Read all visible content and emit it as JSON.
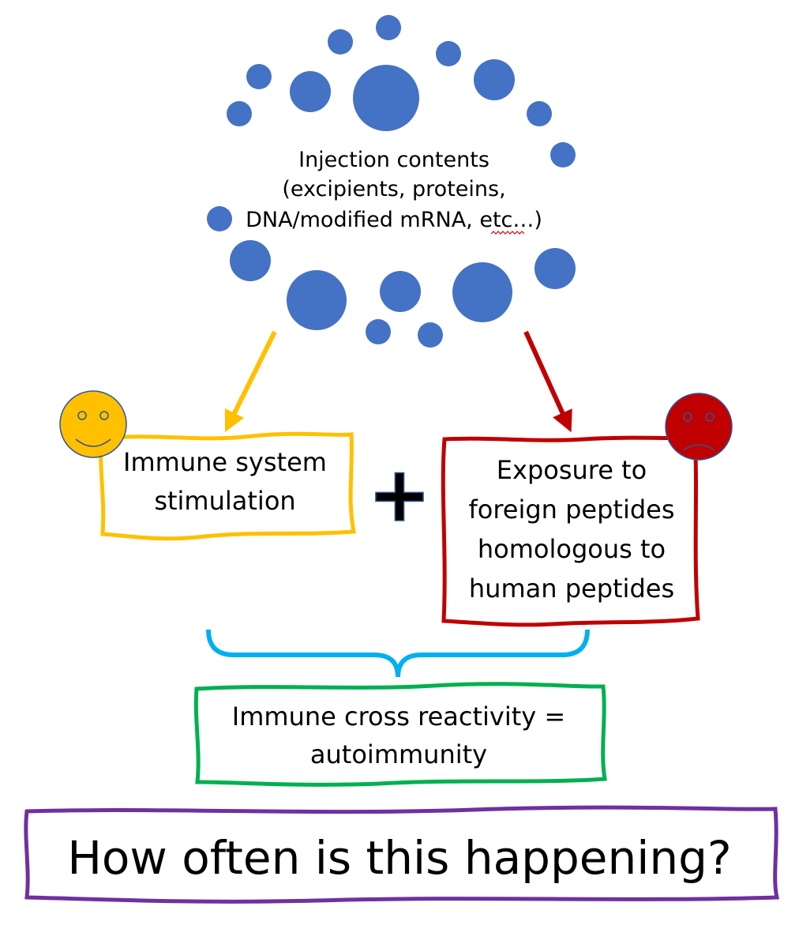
{
  "injection": {
    "line1": "Injection contents",
    "line2": "(excipients, proteins,",
    "line3": "DNA/modified mRNA, etc…)"
  },
  "left_box": {
    "line1": "Immune system",
    "line2": "stimulation",
    "color": "#FFC000",
    "face": "smiley-face"
  },
  "plus": "+",
  "right_box": {
    "line1": "Exposure to",
    "line2": "foreign peptides",
    "line3": "homologous to",
    "line4": "human peptides",
    "color": "#C00000",
    "face": "frowny-face"
  },
  "brace_color": "#00B0F0",
  "result_box": {
    "line1": "Immune cross reactivity =",
    "line2": "autoimmunity",
    "color": "#00B050"
  },
  "question_box": {
    "text": "How often is this happening?",
    "color": "#7030A0"
  },
  "dot_color": "#4472C4"
}
